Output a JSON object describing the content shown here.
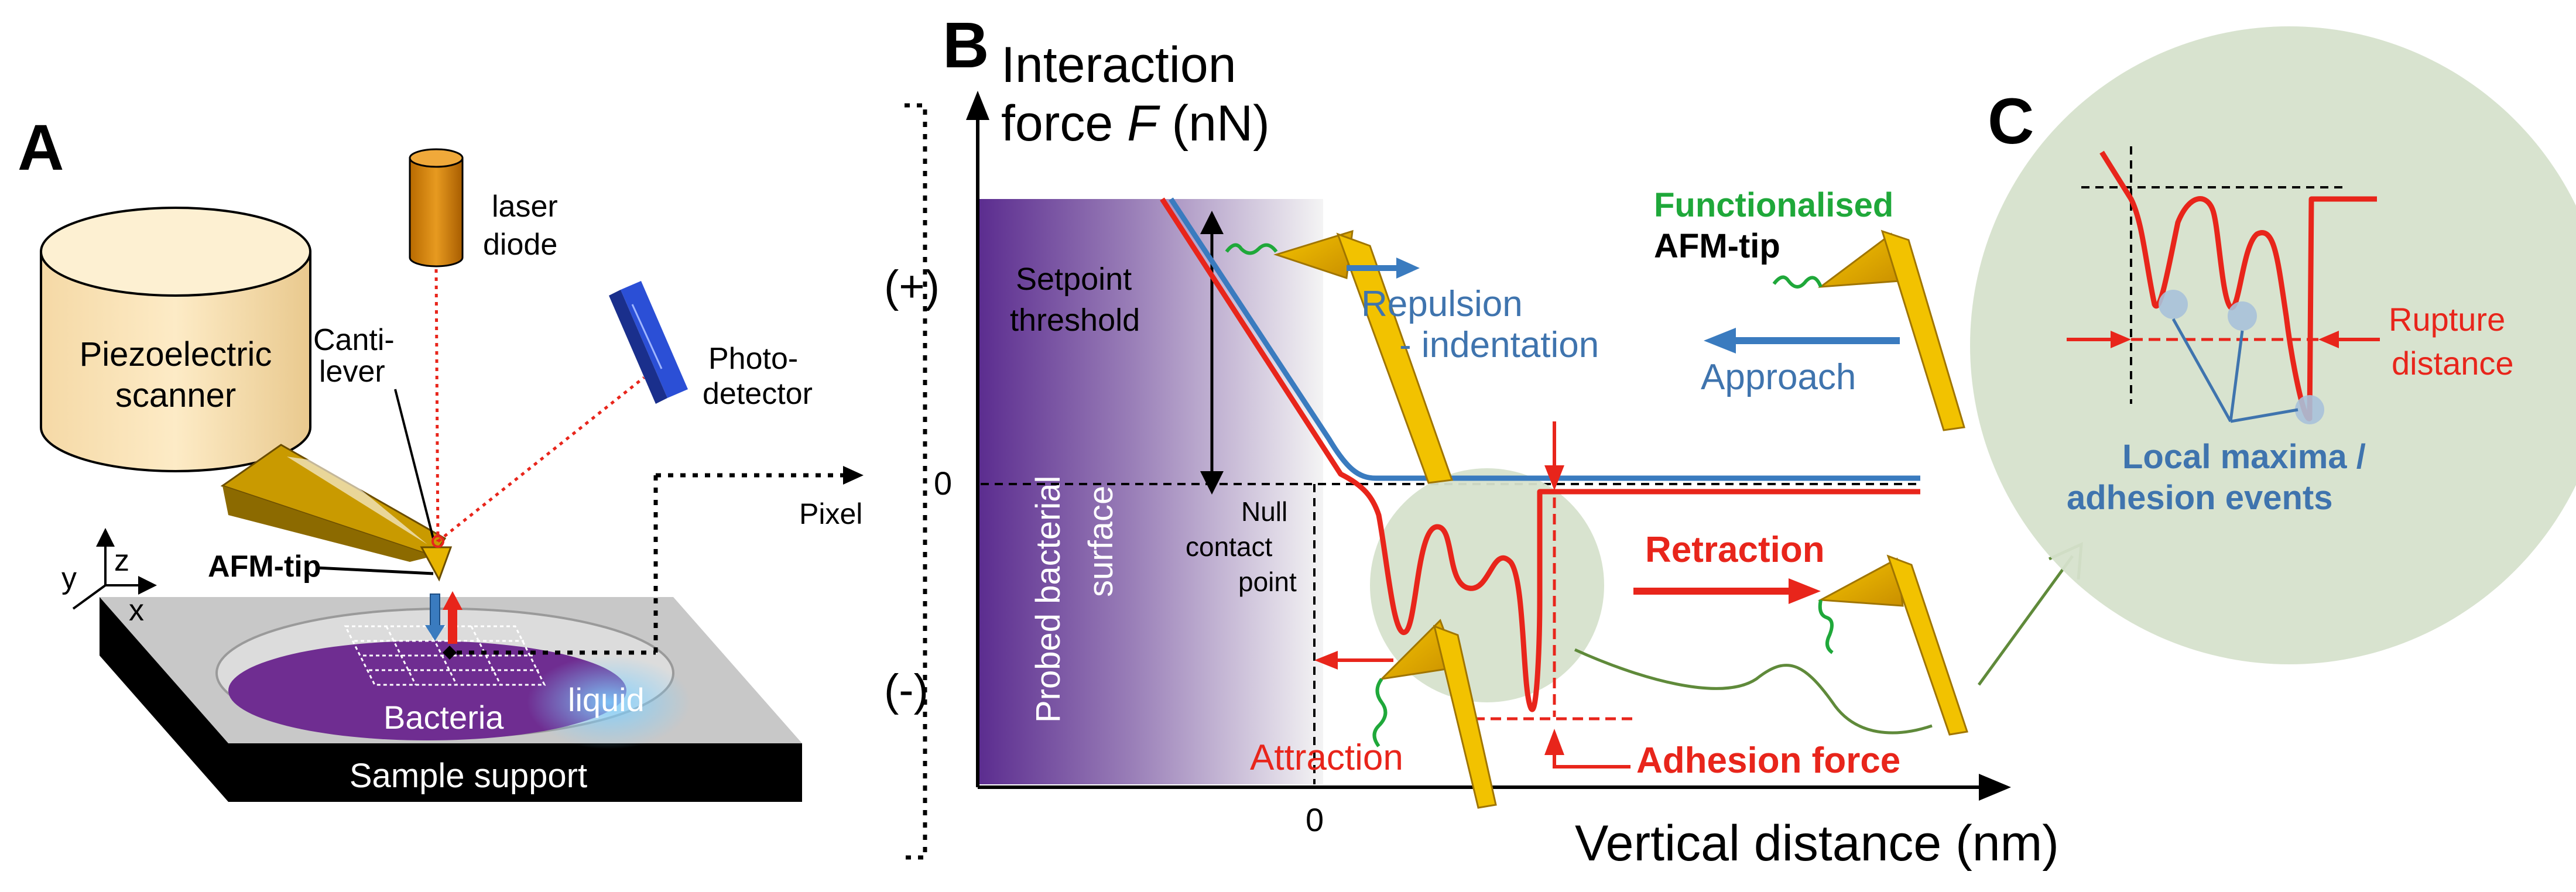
{
  "panels": {
    "a": "A",
    "b": "B",
    "c": "C"
  },
  "panel_a": {
    "piezo": [
      "Piezoelectric",
      "scanner"
    ],
    "laser": [
      "laser",
      "diode"
    ],
    "cantilever": [
      "Canti-",
      "lever"
    ],
    "photodetector": [
      "Photo-",
      "detector"
    ],
    "afm_tip": "AFM-tip",
    "axes": {
      "x": "x",
      "y": "y",
      "z": "z"
    },
    "bacteria": "Bacteria",
    "liquid": "liquid",
    "sample_support": "Sample support",
    "pixel": "Pixel"
  },
  "panel_b": {
    "y_title": [
      "Interaction",
      "force ",
      "F",
      " (nN)"
    ],
    "x_title": "Vertical distance (nm)",
    "y_plus": "(+)",
    "y_zero": "0",
    "y_minus": "(-)",
    "x_zero": "0",
    "probed_surface": [
      "Probed bacterial",
      "surface"
    ],
    "setpoint": [
      "Setpoint",
      "threshold"
    ],
    "null_contact": [
      "Null",
      "contact",
      "point"
    ],
    "repulsion": [
      "Repulsion",
      "- indentation"
    ],
    "functionalised": "Functionalised",
    "afm_tip": "AFM-tip",
    "approach": "Approach",
    "retraction": "Retraction",
    "attraction": "Attraction",
    "adhesion_force": "Adhesion force"
  },
  "panel_c": {
    "rupture": [
      "Rupture",
      "distance"
    ],
    "local_maxima": [
      "Local maxima /",
      "adhesion events"
    ]
  },
  "colors": {
    "approach_blue": "#3a7bbf",
    "retraction_red": "#e8251b",
    "functionalised_green": "#1fa83a",
    "gold": "#e8b100",
    "sage": "#d6e1cc",
    "purple": "#6f2d91",
    "label_blue": "#3f74ae",
    "curve_green": "#5f8a3a"
  }
}
